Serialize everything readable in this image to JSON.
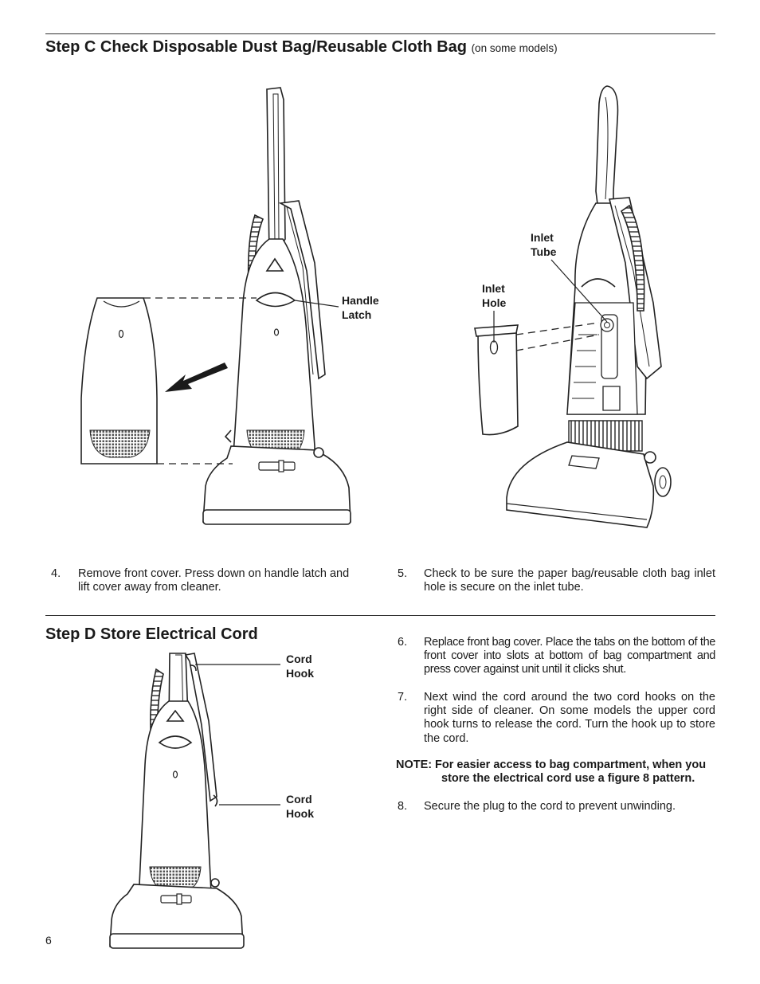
{
  "step_c": {
    "title": "Step C  Check Disposable Dust Bag/Reusable Cloth Bag",
    "qualifier": "(on some models)"
  },
  "figure1": {
    "label_handle_latch": "Handle\nLatch"
  },
  "figure2": {
    "label_inlet_tube": "Inlet\nTube",
    "label_inlet_hole": "Inlet\nHole"
  },
  "instructions_c": [
    {
      "num": "4.",
      "text": "Remove front cover. Press down on handle latch and lift cover away from cleaner."
    },
    {
      "num": "5.",
      "text": "Check to be sure the paper bag/reusable cloth bag inlet hole is secure on the inlet tube."
    }
  ],
  "step_d": {
    "title": "Step D  Store Electrical Cord"
  },
  "figure3": {
    "label_cord_hook_upper": "Cord\nHook",
    "label_cord_hook_lower": "Cord\nHook"
  },
  "instructions_d": [
    {
      "num": "6.",
      "text": "Replace front bag cover. Place the tabs on the bottom of the front cover into slots at bottom of bag compartment and press cover against unit until it clicks shut."
    },
    {
      "num": "7.",
      "text": "Next wind the cord around the two cord hooks on the right side of cleaner. On some models the upper cord hook turns to release the cord. Turn the hook up to store the cord."
    },
    {
      "num": "8.",
      "text": "Secure the plug to the cord to prevent unwinding."
    }
  ],
  "note": {
    "prefix": "NOTE:",
    "line1": "For easier access to bag compartment, when you",
    "line2": "store the electrical cord use a figure 8 pattern."
  },
  "page_number": "6"
}
